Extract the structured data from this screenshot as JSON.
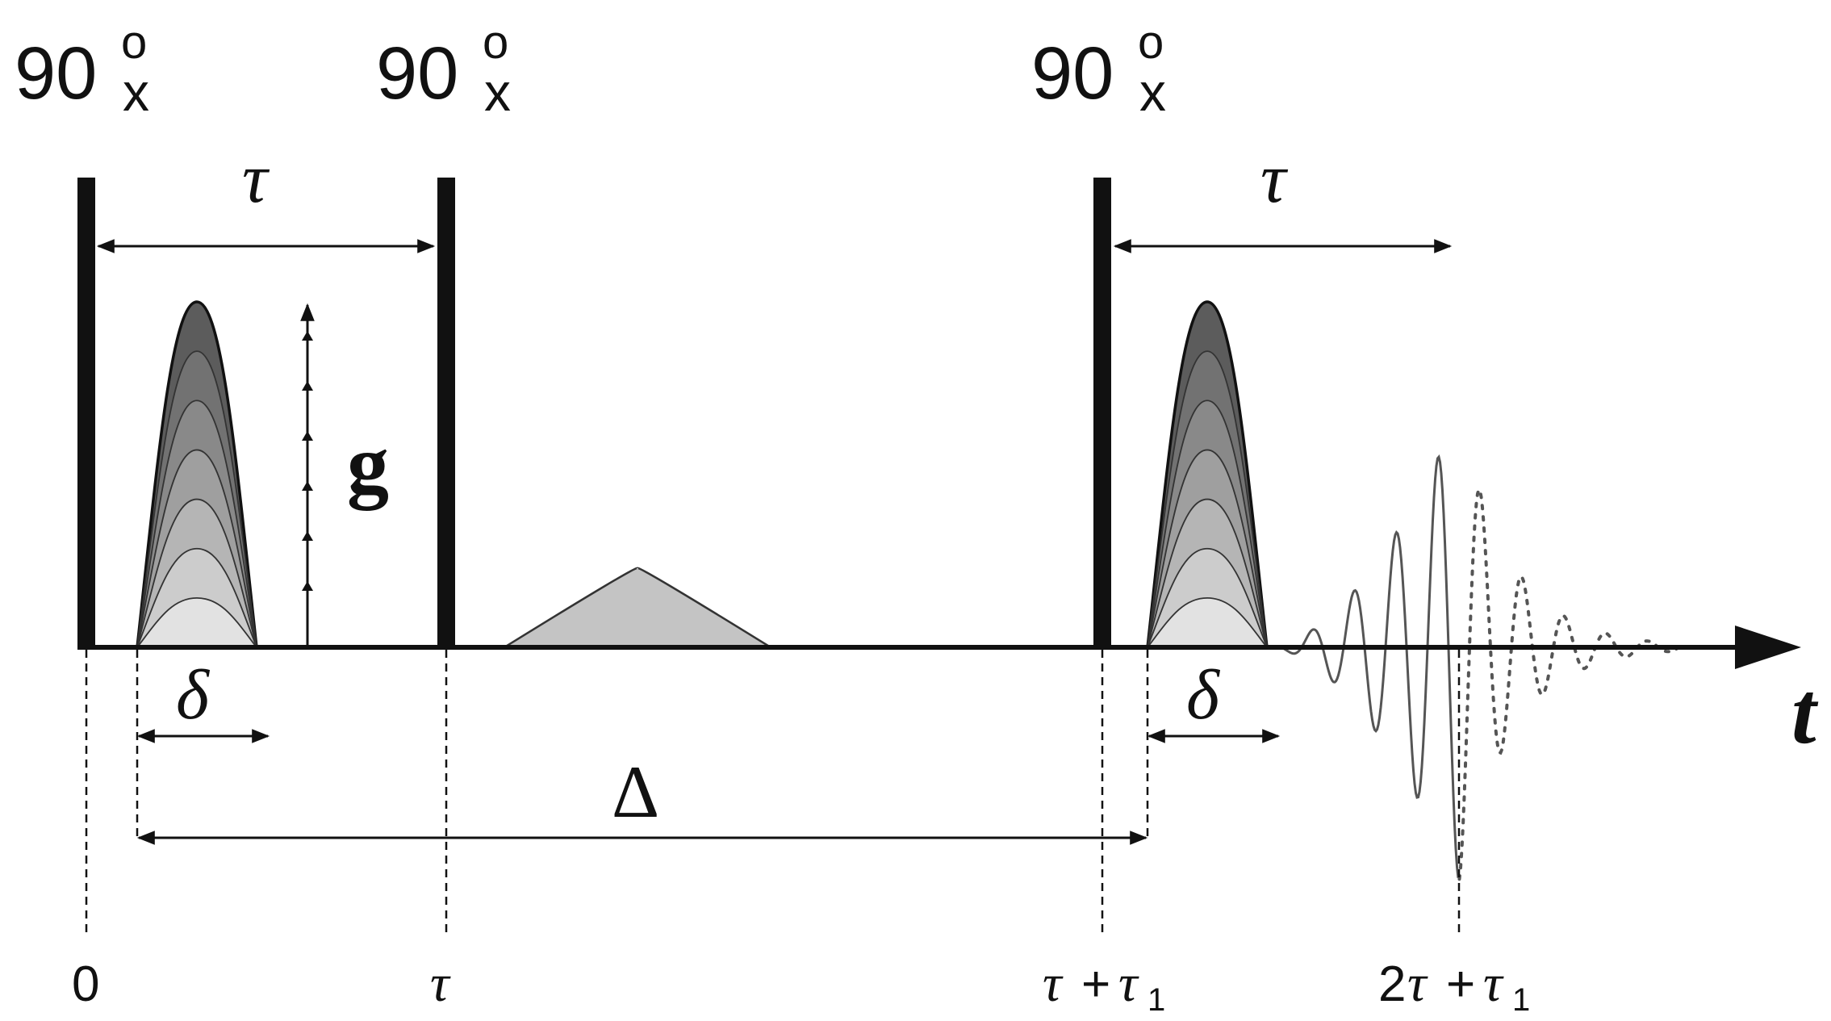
{
  "pulses": [
    {
      "base": "90",
      "sub": "x",
      "deg": "o"
    },
    {
      "base": "90",
      "sub": "x",
      "deg": "o"
    },
    {
      "base": "90",
      "sub": "x",
      "deg": "o"
    }
  ],
  "symbols": {
    "tau": "τ",
    "delta": "δ",
    "Delta": "Δ",
    "g": "g",
    "t": "t"
  },
  "ticks": {
    "zero": "0",
    "tau": "τ",
    "tau_plus_tau1": {
      "a": "τ",
      "op": "+",
      "b": "τ",
      "sub": "1"
    },
    "two_tau_plus_tau1": {
      "coef": "2",
      "a": "τ",
      "op": "+",
      "b": "τ",
      "sub": "1"
    }
  },
  "colors": {
    "ink": "#111111",
    "gradient_light": "#e2e2e2",
    "gradient_dark": "#5c5c5c",
    "small_lobe": "#c4c4c4"
  }
}
